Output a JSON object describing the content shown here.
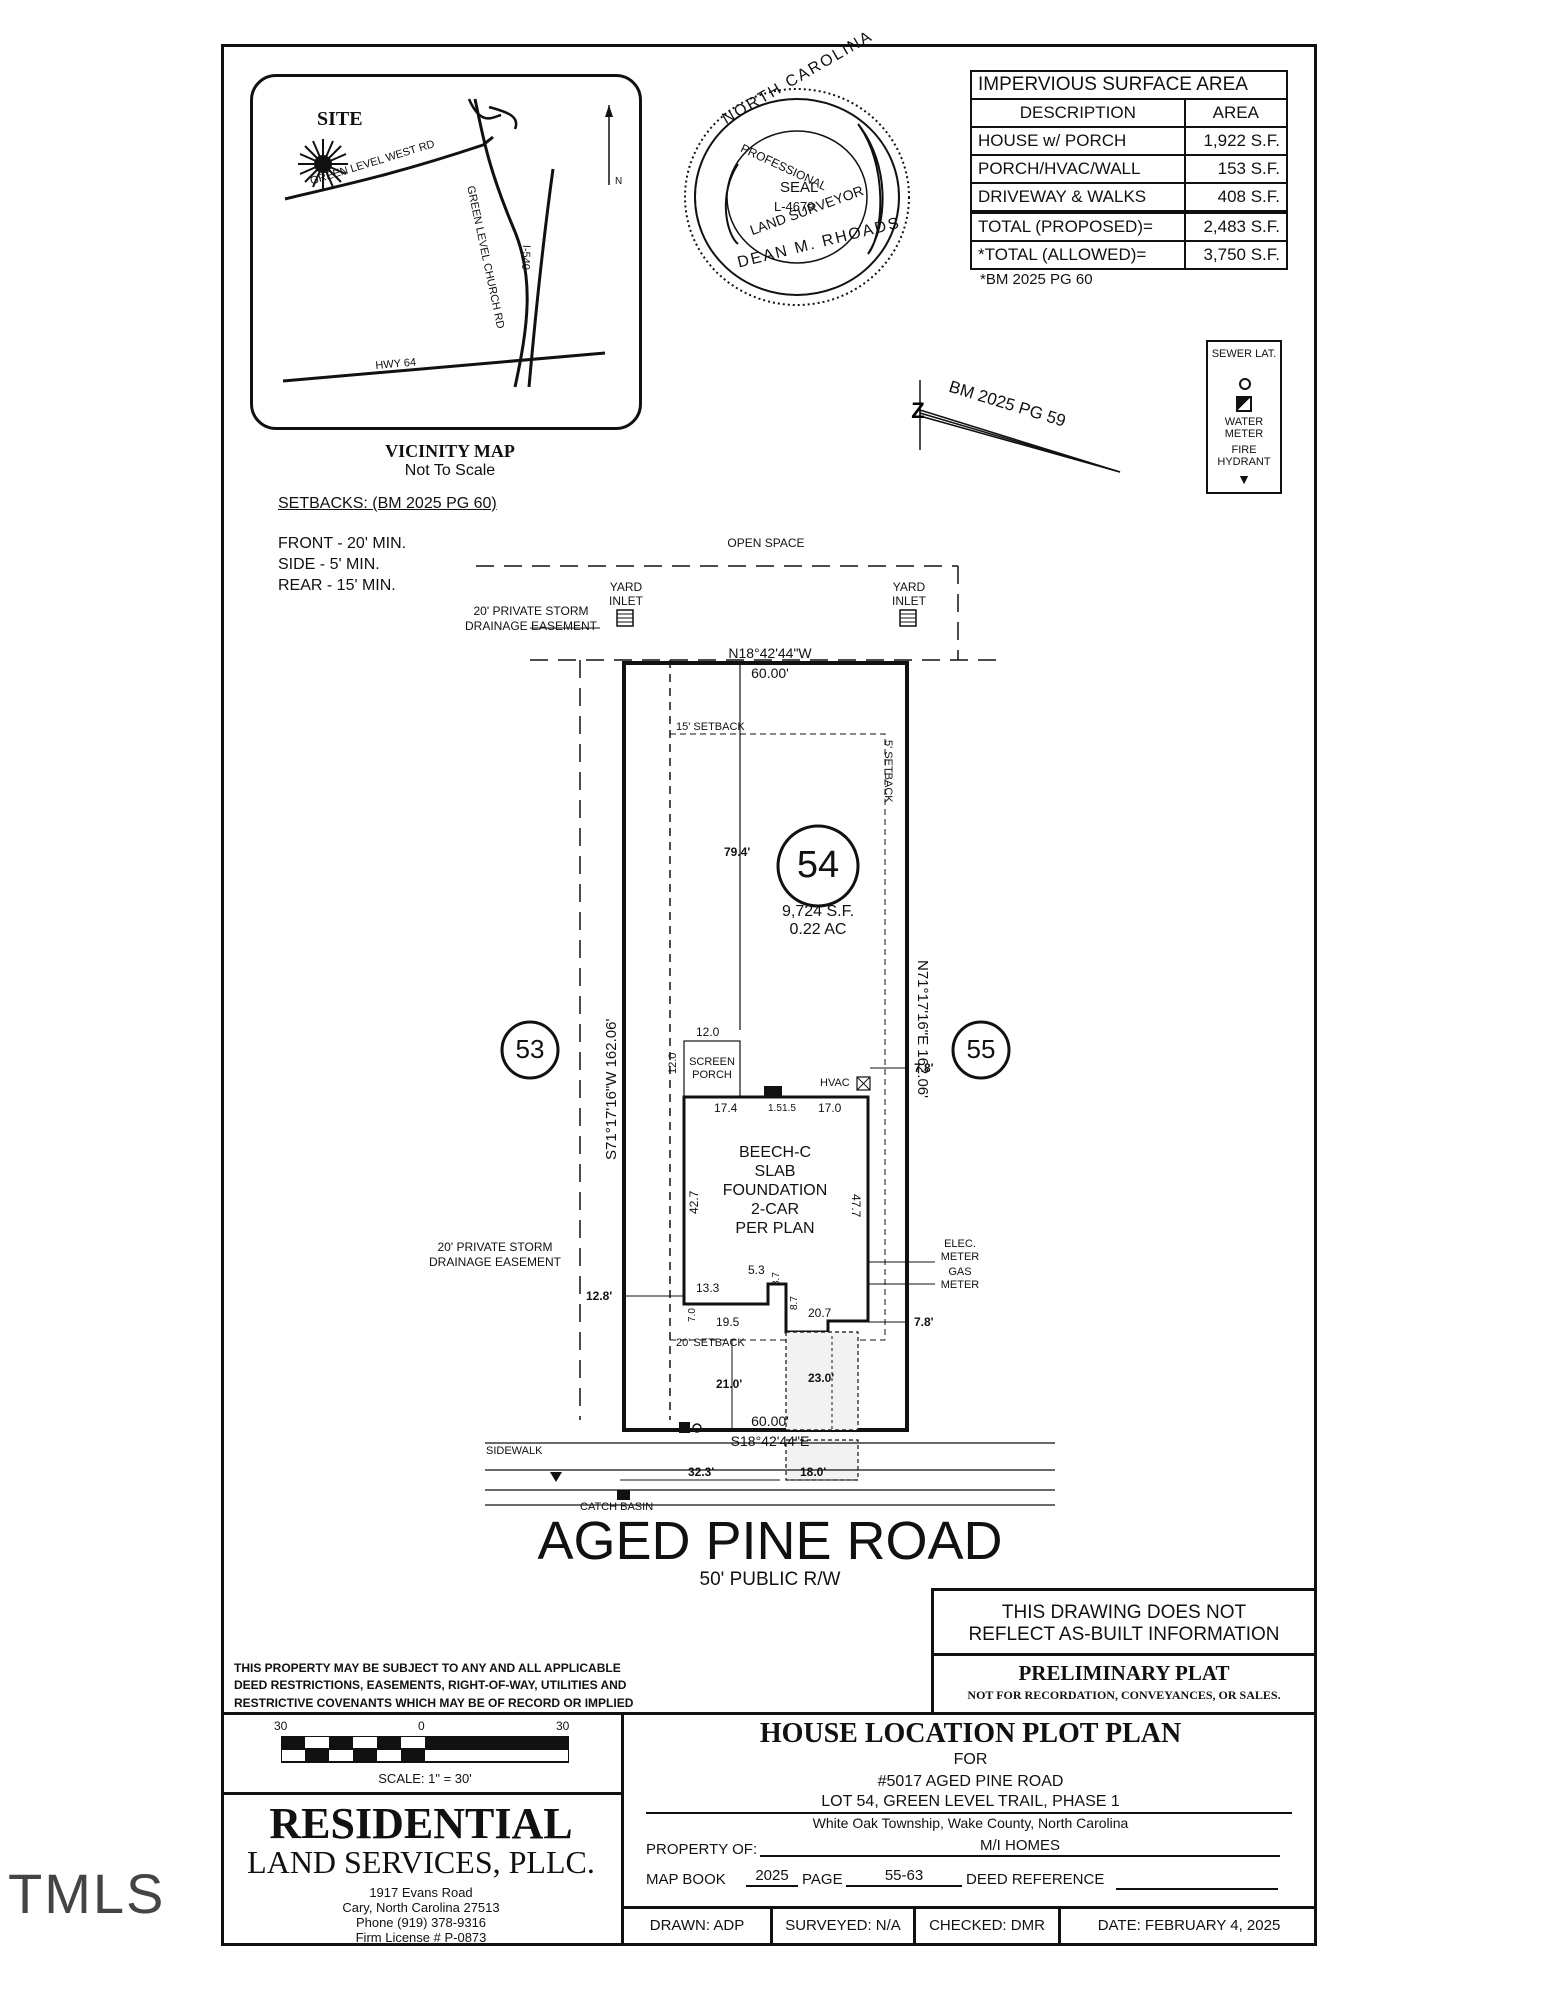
{
  "vicinity": {
    "site": "SITE",
    "roads": [
      "GREEN LEVEL WEST RD",
      "GREEN LEVEL CHURCH RD",
      "I-540",
      "HWY 64"
    ],
    "north": "N",
    "title": "VICINITY MAP",
    "subtitle": "Not To Scale"
  },
  "seal": {
    "ring_top": "NORTH CAROLINA",
    "professional": "PROFESSIONAL",
    "land_surveyor": "LAND SURVEYOR",
    "seal": "SEAL",
    "number": "L-4679",
    "name": "DEAN M. RHOADS"
  },
  "impervious": {
    "title": "IMPERVIOUS SURFACE AREA",
    "col_desc": "DESCRIPTION",
    "col_area": "AREA",
    "rows": [
      {
        "desc": "HOUSE w/ PORCH",
        "area": "1,922 S.F."
      },
      {
        "desc": "PORCH/HVAC/WALL",
        "area": "153 S.F."
      },
      {
        "desc": "DRIVEWAY & WALKS",
        "area": "408 S.F."
      },
      {
        "desc": "TOTAL (PROPOSED)=",
        "area": "2,483 S.F."
      },
      {
        "desc": "*TOTAL (ALLOWED)=",
        "area": "3,750 S.F."
      }
    ],
    "note": "*BM 2025 PG 60"
  },
  "legend": {
    "sewer": "SEWER LAT.",
    "water": "WATER METER",
    "fire": "FIRE HYDRANT"
  },
  "north_ref": "BM 2025 PG 59",
  "setbacks": {
    "title": "SETBACKS: (BM 2025 PG 60)",
    "front": "FRONT - 20' MIN.",
    "side": "SIDE - 5' MIN.",
    "rear": "REAR - 15' MIN."
  },
  "plat": {
    "open_space": "OPEN SPACE",
    "yard_inlet": "YARD INLET",
    "storm_easement": "20' PRIVATE STORM DRAINAGE EASEMENT",
    "bearing_top": "N18°42'44\"W",
    "dist_top": "60.00'",
    "setback_15": "15' SETBACK",
    "setback_5": "5' SETBACK",
    "setback_20": "20' SETBACK",
    "dim_79": "79.4'",
    "lot": "54",
    "lot_area": "9,724 S.F.",
    "lot_acres": "0.22 AC",
    "left_lot": "53",
    "right_lot": "55",
    "bearing_left": "S71°17'16\"W  162.06'",
    "bearing_right": "N71°17'16\"E  162.06'",
    "porch_w": "12.0",
    "porch_h": "12.0",
    "screen_porch": "SCREEN PORCH",
    "hvac": "HVAC",
    "dim_7_8a": "7.8'",
    "dim_17_4": "17.4",
    "dim_1_5a": "1.5",
    "dim_1_5b": "1.5",
    "dim_17_0": "17.0",
    "house_lines": [
      "BEECH-C",
      "SLAB",
      "FOUNDATION",
      "2-CAR",
      "PER PLAN"
    ],
    "dim_42_7": "42.7",
    "dim_47_7": "47.7",
    "elec_meter": "ELEC. METER",
    "gas_meter": "GAS METER",
    "dim_12_8": "12.8'",
    "dim_13_3": "13.3",
    "dim_5_3": "5.3",
    "dim_3_7": "3.7",
    "dim_8_7": "8.7",
    "dim_7_0": "7.0",
    "dim_20_7": "20.7",
    "dim_19_5": "19.5",
    "dim_7_8b": "7.8'",
    "dim_21_0": "21.0'",
    "dim_23_0": "23.0'",
    "dist_bottom": "60.00'",
    "bearing_bottom": "S18°42'44\"E",
    "sidewalk": "SIDEWALK",
    "dim_32_3": "32.3'",
    "dim_18_0": "18.0'",
    "catch_basin": "CATCH BASIN",
    "road": "AGED PINE ROAD",
    "row": "50' PUBLIC R/W"
  },
  "notice": {
    "asbuilt1": "THIS DRAWING DOES NOT",
    "asbuilt2": "REFLECT AS-BUILT INFORMATION",
    "prelim": "PRELIMINARY PLAT",
    "prelim_note": "NOT FOR RECORDATION, CONVEYANCES, OR SALES."
  },
  "restrictions": [
    "THIS PROPERTY MAY BE SUBJECT TO ANY AND ALL APPLICABLE",
    "DEED RESTRICTIONS, EASEMENTS, RIGHT-OF-WAY, UTILITIES AND",
    "RESTRICTIVE COVENANTS WHICH MAY BE OF RECORD OR IMPLIED"
  ],
  "scale": {
    "left": "30",
    "mid": "0",
    "right": "30",
    "label": "SCALE: 1\" = 30'"
  },
  "company": {
    "name1": "RESIDENTIAL",
    "name2": "LAND SERVICES, PLLC.",
    "addr1": "1917 Evans Road",
    "addr2": "Cary, North Carolina 27513",
    "phone": "Phone (919) 378-9316",
    "license": "Firm License # P-0873"
  },
  "titleblock": {
    "title": "HOUSE LOCATION PLOT PLAN",
    "for": "FOR",
    "address": "#5017 AGED PINE ROAD",
    "lot": "LOT 54, GREEN LEVEL TRAIL, PHASE 1",
    "township": "White Oak Township, Wake County, North Carolina",
    "property_label": "PROPERTY OF:",
    "property_value": "M/I HOMES",
    "mapbook_label": "MAP BOOK",
    "mapbook_value": "2025",
    "page_label": "PAGE",
    "page_value": "55-63",
    "deed_label": "DEED REFERENCE"
  },
  "footer": {
    "drawn": "DRAWN: ADP",
    "surveyed": "SURVEYED: N/A",
    "checked": "CHECKED: DMR",
    "date": "DATE: FEBRUARY 4, 2025"
  },
  "watermark": "TMLS"
}
